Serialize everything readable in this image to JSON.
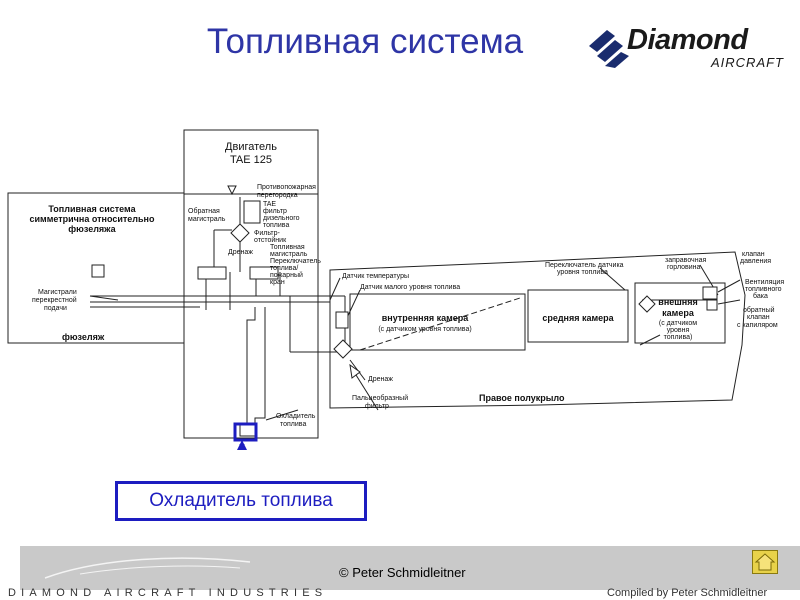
{
  "slide": {
    "title": "Топливная система"
  },
  "logo": {
    "word": "Diamond",
    "sub": "AIRCRAFT"
  },
  "diagram": {
    "engine": "Двигатель",
    "engine_model": "TAE 125",
    "firewall_1": "Противопожарная",
    "firewall_2": "перегородка",
    "return_1": "Обратная",
    "return_2": "магистраль",
    "tae_filter_1": "TAE",
    "tae_filter_2": "фильтр",
    "tae_filter_3": "дизельного",
    "tae_filter_4": "топлива",
    "settling_filter_1": "Фильтр-",
    "settling_filter_2": "отстойник",
    "fuel_line_1": "Топливная",
    "fuel_line_2": "магистраль",
    "drain_top": "Дренаж",
    "selector_1": "Переключатель",
    "selector_2": "топлива/",
    "selector_3": "пожарный",
    "selector_4": "кран",
    "symmetric_1": "Топливная система",
    "symmetric_2": "симметрична относительно",
    "symmetric_3": "фюзеляжа",
    "crossfeed_1": "Магистрали",
    "crossfeed_2": "перекрестной",
    "crossfeed_3": "подачи",
    "fuselage": "фюзеляж",
    "temp_sensor": "Датчик температуры",
    "low_level_sensor": "Датчик малого уровня топлива",
    "level_switch_1": "Переключатель датчика",
    "level_switch_2": "уровня топлива",
    "filler_1": "заправочная",
    "filler_2": "горловина",
    "pressure_valve_1": "клапан",
    "pressure_valve_2": "давления",
    "vent_1": "Вентиляция",
    "vent_2": "топливного",
    "vent_3": "бака",
    "check_valve_1": "обратный",
    "check_valve_2": "клапан",
    "check_valve_3": "с капиляром",
    "inner_chamber_1": "внутренняя камера",
    "inner_chamber_2": "(с датчиком уровня топлива)",
    "middle_chamber": "средняя камера",
    "outer_chamber_1": "внешняя",
    "outer_chamber_2": "камера",
    "outer_chamber_3": "(с датчиком",
    "outer_chamber_4": "уровня",
    "outer_chamber_5": "топлива)",
    "drain_bottom": "Дренаж",
    "finger_filter_1": "Пальцеобразный",
    "finger_filter_2": "фильтр",
    "right_wing": "Правое полукрыло",
    "cooler_1": "Охладитель",
    "cooler_2": "топлива"
  },
  "callout": {
    "label": "Охладитель топлива"
  },
  "footer": {
    "company": "DIAMOND AIRCRAFT INDUSTRIES",
    "copyright": "© Peter Schmidleitner",
    "compiled": "Compiled by Peter Schmidleitner"
  },
  "colors": {
    "title": "#2e35a6",
    "callout": "#1d1dc0",
    "footer_band": "#c9c9c9"
  },
  "icons": {
    "home": "home-icon"
  }
}
